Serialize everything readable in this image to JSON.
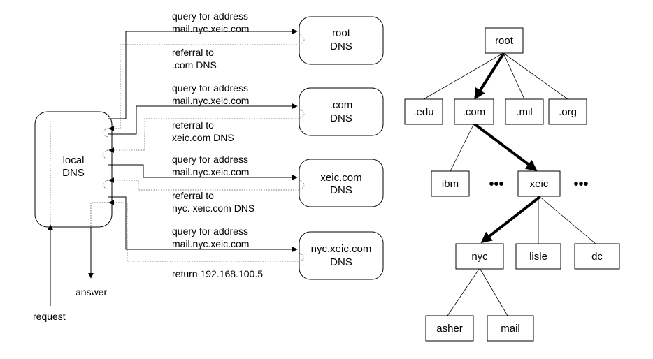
{
  "colors": {
    "ink": "#000000",
    "dotted": "#888888",
    "background": "#ffffff"
  },
  "left_diagram": {
    "local_dns": {
      "line1": "local",
      "line2": "DNS"
    },
    "servers": [
      {
        "line1": "root",
        "line2": "DNS"
      },
      {
        "line1": ".com",
        "line2": "DNS"
      },
      {
        "line1": "xeic.com",
        "line2": "DNS"
      },
      {
        "line1": "nyc.xeic.com",
        "line2": "DNS"
      }
    ],
    "messages": [
      {
        "line1": "query for address",
        "line2": "mail.nyc.xeic.com"
      },
      {
        "line1": "referral to",
        "line2": ".com DNS"
      },
      {
        "line1": "query for address",
        "line2": "mail.nyc.xeic.com"
      },
      {
        "line1": "referral to",
        "line2": "xeic.com DNS"
      },
      {
        "line1": "query for address",
        "line2": "mail.nyc.xeic.com"
      },
      {
        "line1": "referral to",
        "line2": "nyc. xeic.com DNS"
      },
      {
        "line1": "query for address",
        "line2": "mail.nyc.xeic.com"
      },
      {
        "line1": "return 192.168.100.5",
        "line2": ""
      }
    ],
    "answer_label": "answer",
    "request_label": "request"
  },
  "tree": {
    "root": "root",
    "tld": [
      ".edu",
      ".com",
      ".mil",
      ".org"
    ],
    "com_children": [
      "ibm",
      "xeic"
    ],
    "xeic_children": [
      "nyc",
      "lisle",
      "dc"
    ],
    "nyc_children": [
      "asher",
      "mail"
    ],
    "ellipsis": "•••"
  }
}
